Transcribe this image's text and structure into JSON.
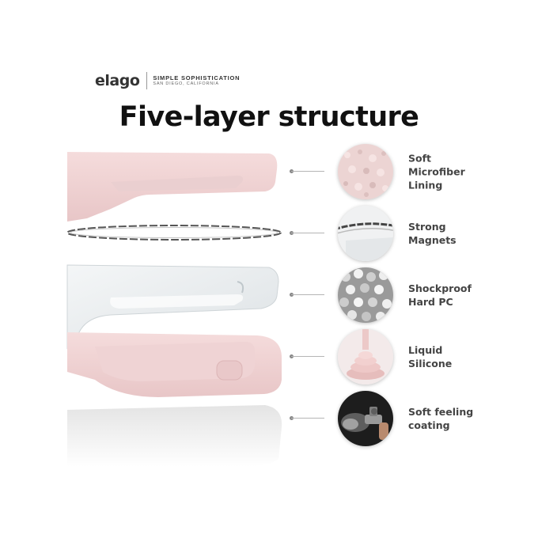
{
  "brand": {
    "logo": "elago",
    "tagline": "SIMPLE SOPHISTICATION",
    "location": "SAN DIEGO, CALIFORNIA"
  },
  "title": "Five-layer structure",
  "colors": {
    "pink": "#f2d6d6",
    "pink_shadow": "#e6c2c3",
    "text": "#444444"
  },
  "features": [
    {
      "icon": "microfiber-texture-icon",
      "lines": [
        "Soft",
        "Microfiber",
        "Lining"
      ]
    },
    {
      "icon": "magnet-ring-icon",
      "lines": [
        "Strong",
        "Magnets"
      ]
    },
    {
      "icon": "hard-pc-pellets-icon",
      "lines": [
        "Shockproof",
        "Hard PC"
      ]
    },
    {
      "icon": "liquid-silicone-icon",
      "lines": [
        "Liquid",
        "Silicone"
      ]
    },
    {
      "icon": "spray-coating-icon",
      "lines": [
        "Soft feeling",
        "coating"
      ]
    }
  ]
}
